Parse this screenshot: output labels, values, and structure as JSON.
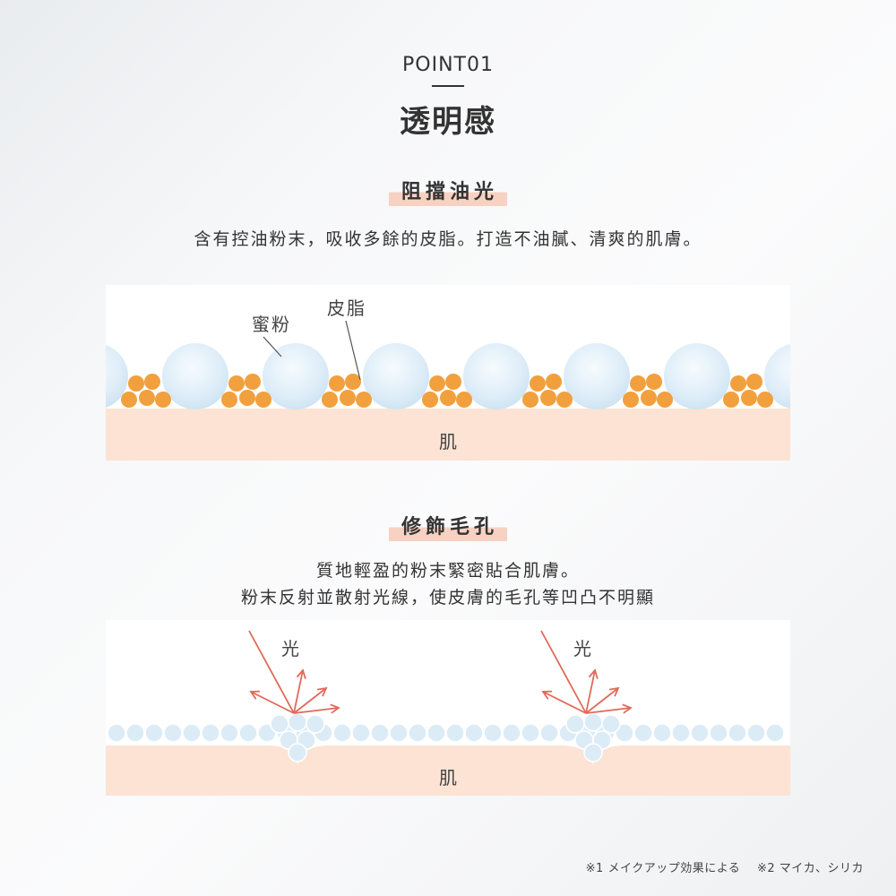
{
  "header": {
    "point_label": "POINT01",
    "title": "透明感"
  },
  "section1": {
    "heading": "阻擋油光",
    "description": "含有控油粉末，吸收多餘的皮脂。打造不油膩、清爽的肌膚。",
    "diagram": {
      "powder_label": "蜜粉",
      "sebum_label": "皮脂",
      "skin_label": "肌"
    }
  },
  "section2": {
    "heading": "修飾毛孔",
    "description_lines": [
      "質地輕盈的粉末緊密貼合肌膚。",
      "粉末反射並散射光線，使皮膚的毛孔等凹凸不明顯"
    ],
    "diagram": {
      "light_label_left": "光",
      "light_label_right": "光",
      "skin_label": "肌"
    }
  },
  "footnotes": [
    "※1 メイクアップ効果による",
    "※2 マイカ、シリカ"
  ],
  "colors": {
    "skin": "#fce3d3",
    "sebum": "#f2a03d",
    "powder": "#dcecf7",
    "light_arrow": "#e06a5a",
    "heading_highlight": "#f7d2c2"
  }
}
